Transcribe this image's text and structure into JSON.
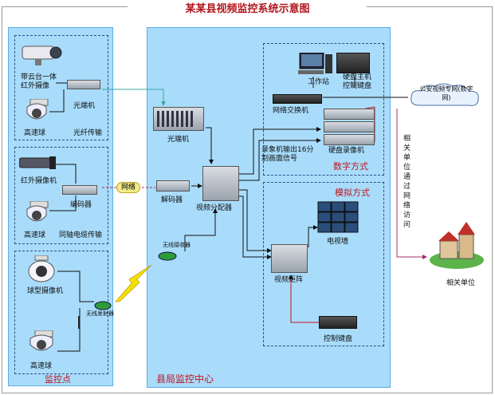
{
  "title": "某某县视频监控系统示意图",
  "left_panel": {
    "label": "监控点",
    "groups": [
      {
        "devices": [
          "带云台一体红外摄像",
          "高速球",
          "光端机"
        ],
        "caption": "光纤传输"
      },
      {
        "devices": [
          "红外摄像机",
          "编码器",
          "高速球"
        ],
        "caption": "同轴电缆传输"
      },
      {
        "devices": [
          "球型摄像机",
          "无线发射器",
          "高速球"
        ]
      }
    ]
  },
  "center": {
    "label": "县局监控中心",
    "optical_terminal": "光端机",
    "decoder": "解码器",
    "video_distributor": "视频分配器",
    "wireless_receiver": "无线接收器",
    "network_badge": "网络",
    "recorder_output": "录象机输出16分割画面信号",
    "digital": {
      "label": "数字方式",
      "workstation": "工作站",
      "hdd_host_keyboard": "硬盘主机控制键盘",
      "network_switch": "网络交换机",
      "hdd_recorder": "硬盘录像机"
    },
    "analog": {
      "label": "模拟方式",
      "tv_wall": "电视墙",
      "video_matrix": "视频矩阵",
      "control_keyboard": "控制键盘"
    }
  },
  "external": {
    "cloud": "公安视频专网(数字网)",
    "vertical_note": "相关单位通过网络访问",
    "unit": "相关单位"
  },
  "colors": {
    "panel": "#a9dcfb",
    "accent_red": "#c0141c",
    "line": "#111111",
    "teal_arrow": "#3aa8a0",
    "magenta_arrow": "#a0306a"
  }
}
